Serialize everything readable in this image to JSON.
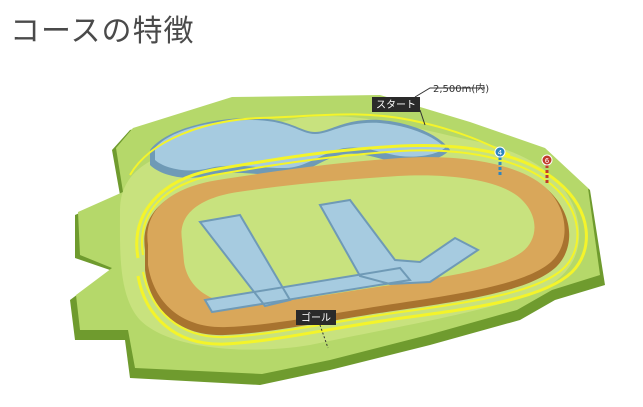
{
  "page": {
    "title": "コースの特徴"
  },
  "course": {
    "start_label": "スタート",
    "distance_label": "2,500m(内)",
    "goal_label": "ゴール",
    "marker_blue_number": "4",
    "marker_red_number": "6",
    "colors": {
      "turf": "#b5d86a",
      "turf_dark": "#6f9b2e",
      "track_dirt": "#d9a75a",
      "track_dirt_dark": "#a8732f",
      "inner_water": "#a6cbe0",
      "inner_water_dark": "#6f9ab6",
      "rail_yellow": "#f4f42a"
    }
  }
}
